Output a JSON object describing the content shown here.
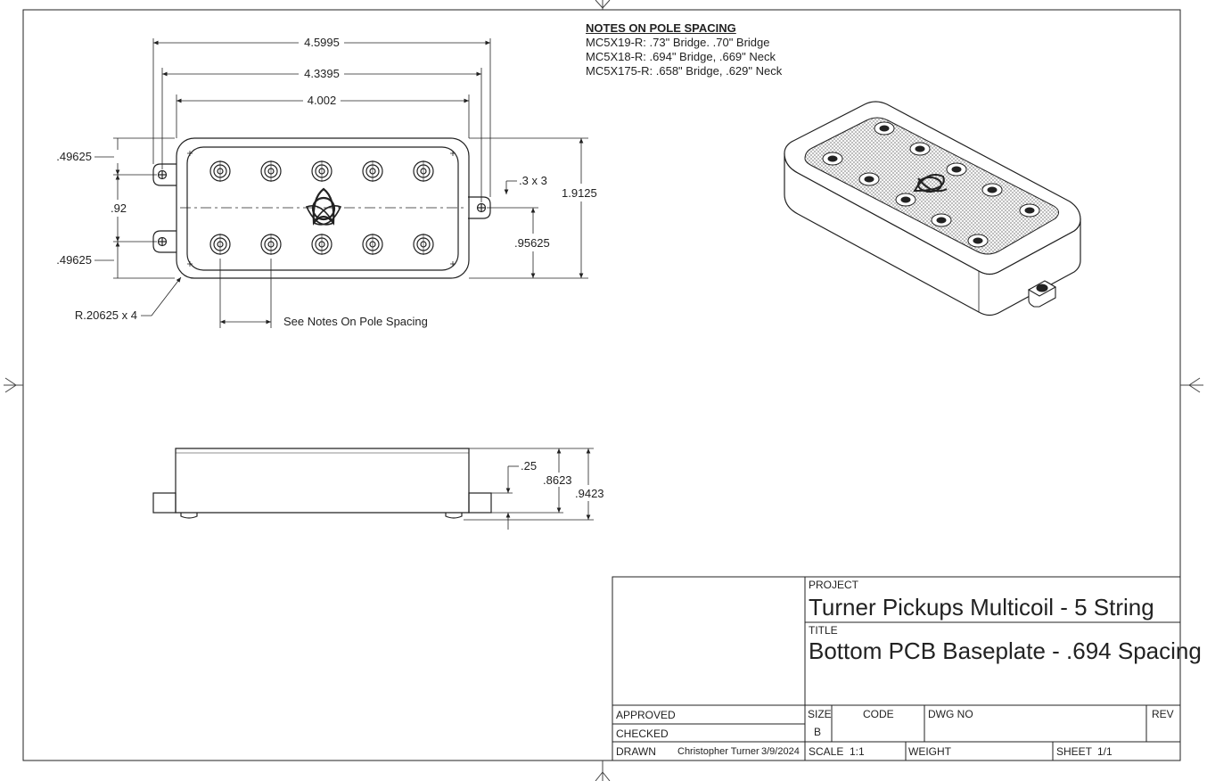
{
  "notes": {
    "heading": "NOTES ON POLE SPACING",
    "lines": [
      "MC5X19-R:  .73\" Bridge. .70\" Bridge",
      "MC5X18-R:  .694\" Bridge, .669\" Neck",
      "MC5X175-R:  .658\" Bridge, .629\" Neck"
    ]
  },
  "dimensions": {
    "overall_length": "4.5995",
    "mount_spacing": "4.3395",
    "body_length": "4.002",
    "tab_top": ".49625",
    "center_gap": ".92",
    "tab_bottom": ".49625",
    "corner_radius": "R.20625 x 4",
    "hole_callout": ".3 x 3",
    "overall_width": "1.9125",
    "half_width": ".95625",
    "pole_spacing_note": "See Notes On Pole Spacing",
    "tab_height": ".25",
    "body_height": ".8623",
    "total_height": ".9423"
  },
  "title_block": {
    "project_label": "PROJECT",
    "project": "Turner Pickups Multicoil - 5 String",
    "title_label": "TITLE",
    "title": "Bottom PCB Baseplate - .694 Spacing",
    "approved_label": "APPROVED",
    "checked_label": "CHECKED",
    "drawn_label": "DRAWN",
    "drawn_by": "Christopher Turner",
    "drawn_date": "3/9/2024",
    "size_label": "SIZE",
    "size": "B",
    "code_label": "CODE",
    "dwg_label": "DWG NO",
    "rev_label": "REV",
    "scale_label": "SCALE",
    "scale": "1:1",
    "weight_label": "WEIGHT",
    "sheet_label": "SHEET",
    "sheet": "1/1"
  }
}
